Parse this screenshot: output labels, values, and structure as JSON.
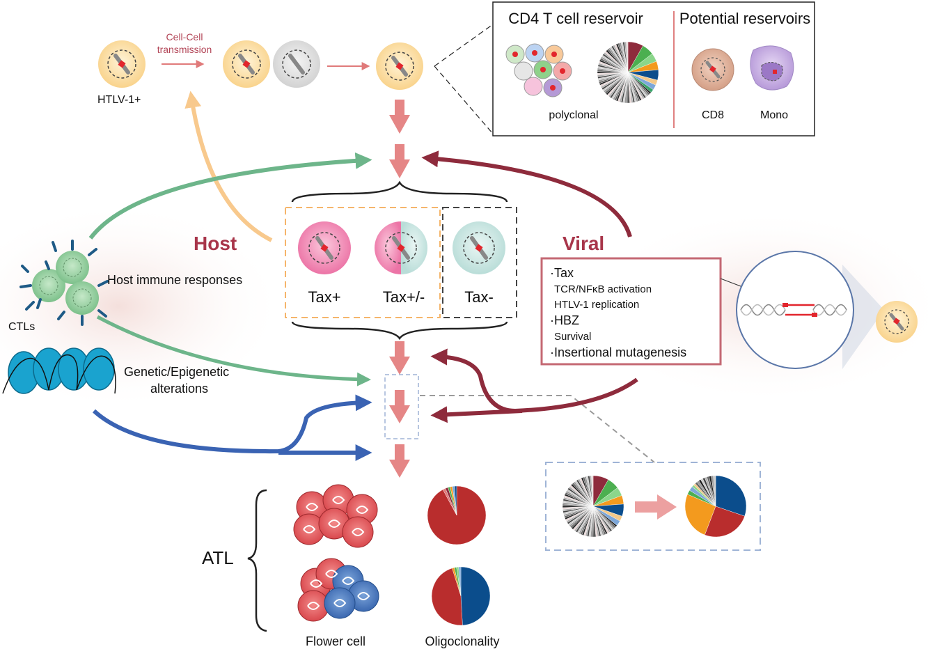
{
  "top": {
    "htlv_label": "HTLV-1+",
    "transmission_line1": "Cell-Cell",
    "transmission_line2": "transmission"
  },
  "reservoir": {
    "cd4_title": "CD4 T cell reservoir",
    "potential_title": "Potential reservoirs",
    "polyclonal_label": "polyclonal",
    "cd8_label": "CD8",
    "mono_label": "Mono"
  },
  "host": {
    "title": "Host",
    "immune_label": "Host immune responses",
    "ctls_label": "CTLs",
    "genetic_line1": "Genetic/Epigenetic",
    "genetic_line2": "alterations"
  },
  "tax_states": {
    "tax_pos": "Tax+",
    "tax_mixed": "Tax+/-",
    "tax_neg": "Tax-"
  },
  "viral": {
    "title": "Viral",
    "items": [
      {
        "bullet": "Tax",
        "details": [
          "TCR/NFκB activation",
          "HTLV-1 replication"
        ]
      },
      {
        "bullet": "HBZ",
        "details": [
          "Survival"
        ]
      },
      {
        "bullet": "Insertional mutagenesis",
        "details": []
      }
    ]
  },
  "atl": {
    "label": "ATL",
    "flower_label": "Flower cell",
    "oligo_label": "Oligoclonality"
  },
  "colors": {
    "flow_arrow": "#e07a7a",
    "host_red": "#a8354a",
    "green_arrow": "#6db58a",
    "blue_arrow": "#3a63b3",
    "viral_arrow": "#8e2b3c",
    "infected_cell": "#fde3b5",
    "tax_pos_cell": "#f59bbf",
    "tax_neg_cell": "#cfe9e6",
    "pie_red": "#b92d2d",
    "pie_blue": "#0b4d8c",
    "pie_orange": "#f39a1e"
  }
}
